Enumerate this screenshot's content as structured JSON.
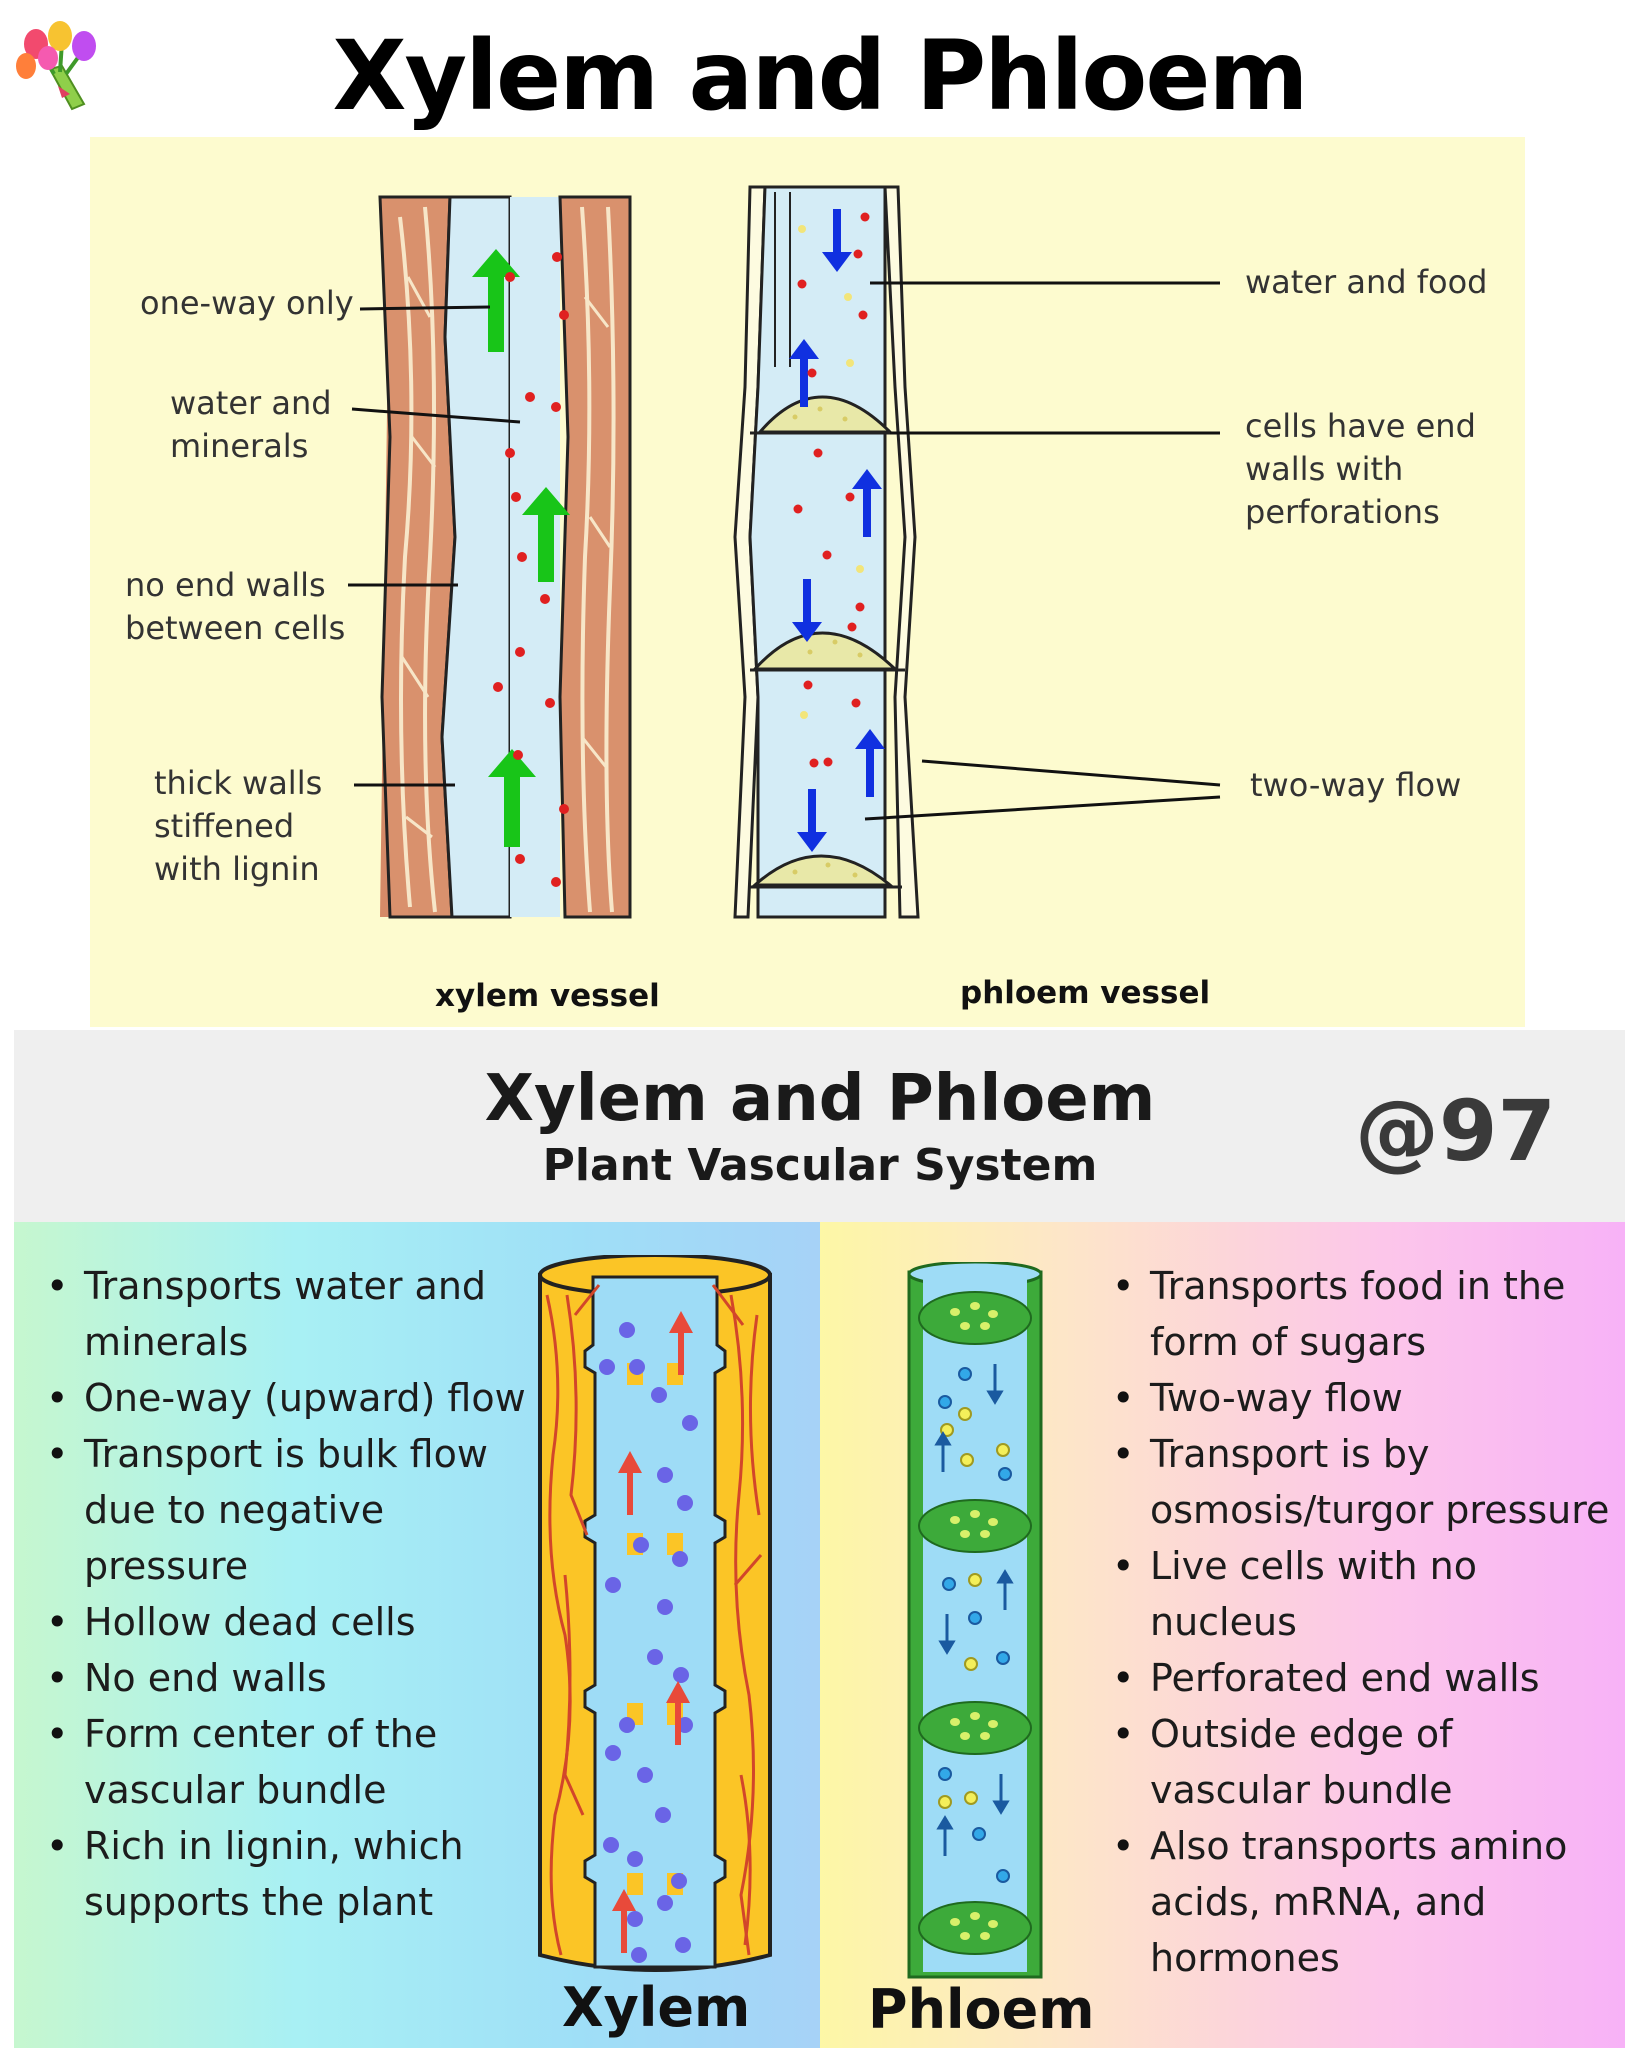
{
  "title": "Xylem and Phloem",
  "top_diagram": {
    "xylem_labels": [
      "one-way only",
      "water and\nminerals",
      "no end walls\nbetween cells",
      "thick walls\nstiffened\nwith lignin"
    ],
    "xylem_caption": "xylem vessel",
    "phloem_labels": [
      "water and food",
      "cells have end\nwalls with\nperforations",
      "two-way flow"
    ],
    "phloem_caption": "phloem vessel"
  },
  "bottom": {
    "title": "Xylem and Phloem",
    "subtitle": "Plant Vascular System",
    "handle": "@97",
    "xylem_facts": [
      "Transports water and minerals",
      "One-way (upward) flow",
      "Transport is bulk flow due to negative pressure",
      "Hollow dead cells",
      "No end walls",
      "Form center of the vascular bundle",
      "Rich in lignin, which supports the plant"
    ],
    "phloem_facts": [
      "Transports food in the form of sugars",
      "Two-way flow",
      "Transport is by osmosis/turgor pressure",
      "Live cells with no nucleus",
      "Perforated end walls",
      "Outside edge of vascular bundle",
      "Also transports amino acids, mRNA, and hormones"
    ],
    "xylem_label": "Xylem",
    "phloem_label": "Phloem"
  },
  "colors": {
    "panel": "#fdfbcf",
    "wood": "#d9916d",
    "lumen": "#d4ecf6",
    "green_arrow": "#18c518",
    "blue_arrow": "#1030e0",
    "dot_red": "#e02020"
  }
}
